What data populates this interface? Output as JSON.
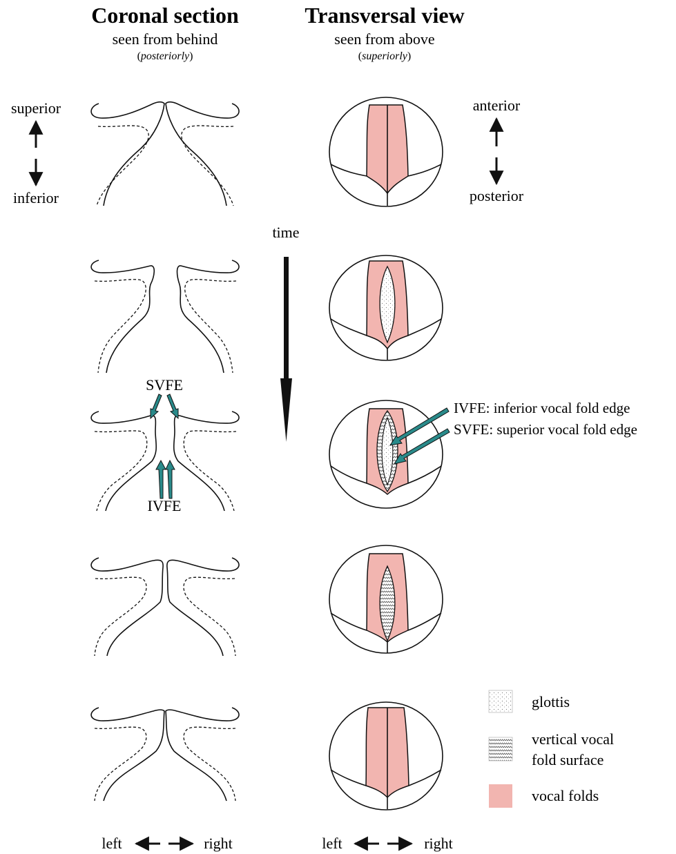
{
  "headings": {
    "coronal_title": "Coronal section",
    "coronal_sub": "seen from behind",
    "coronal_note_open": "(",
    "coronal_note": "posteriorly",
    "coronal_note_close": ")",
    "transversal_title": "Transversal view",
    "transversal_sub": "seen from above",
    "transversal_note_open": "(",
    "transversal_note": "superiorly",
    "transversal_note_close": ")"
  },
  "orientation": {
    "superior": "superior",
    "inferior": "inferior",
    "anterior": "anterior",
    "posterior": "posterior",
    "time": "time",
    "left": "left",
    "right": "right"
  },
  "annotations": {
    "svfe": "SVFE",
    "ivfe": "IVFE",
    "ivfe_def": "IVFE: inferior vocal fold edge",
    "svfe_def": "SVFE: superior vocal fold edge"
  },
  "legend": {
    "glottis": "glottis",
    "vertical_surface_line1": "vertical vocal",
    "vertical_surface_line2": "fold surface",
    "vocal_folds": "vocal folds"
  },
  "colors": {
    "vocal_folds": "#f2b5b0",
    "arrow_annotation": "#2a8a8a",
    "line": "#111111"
  }
}
